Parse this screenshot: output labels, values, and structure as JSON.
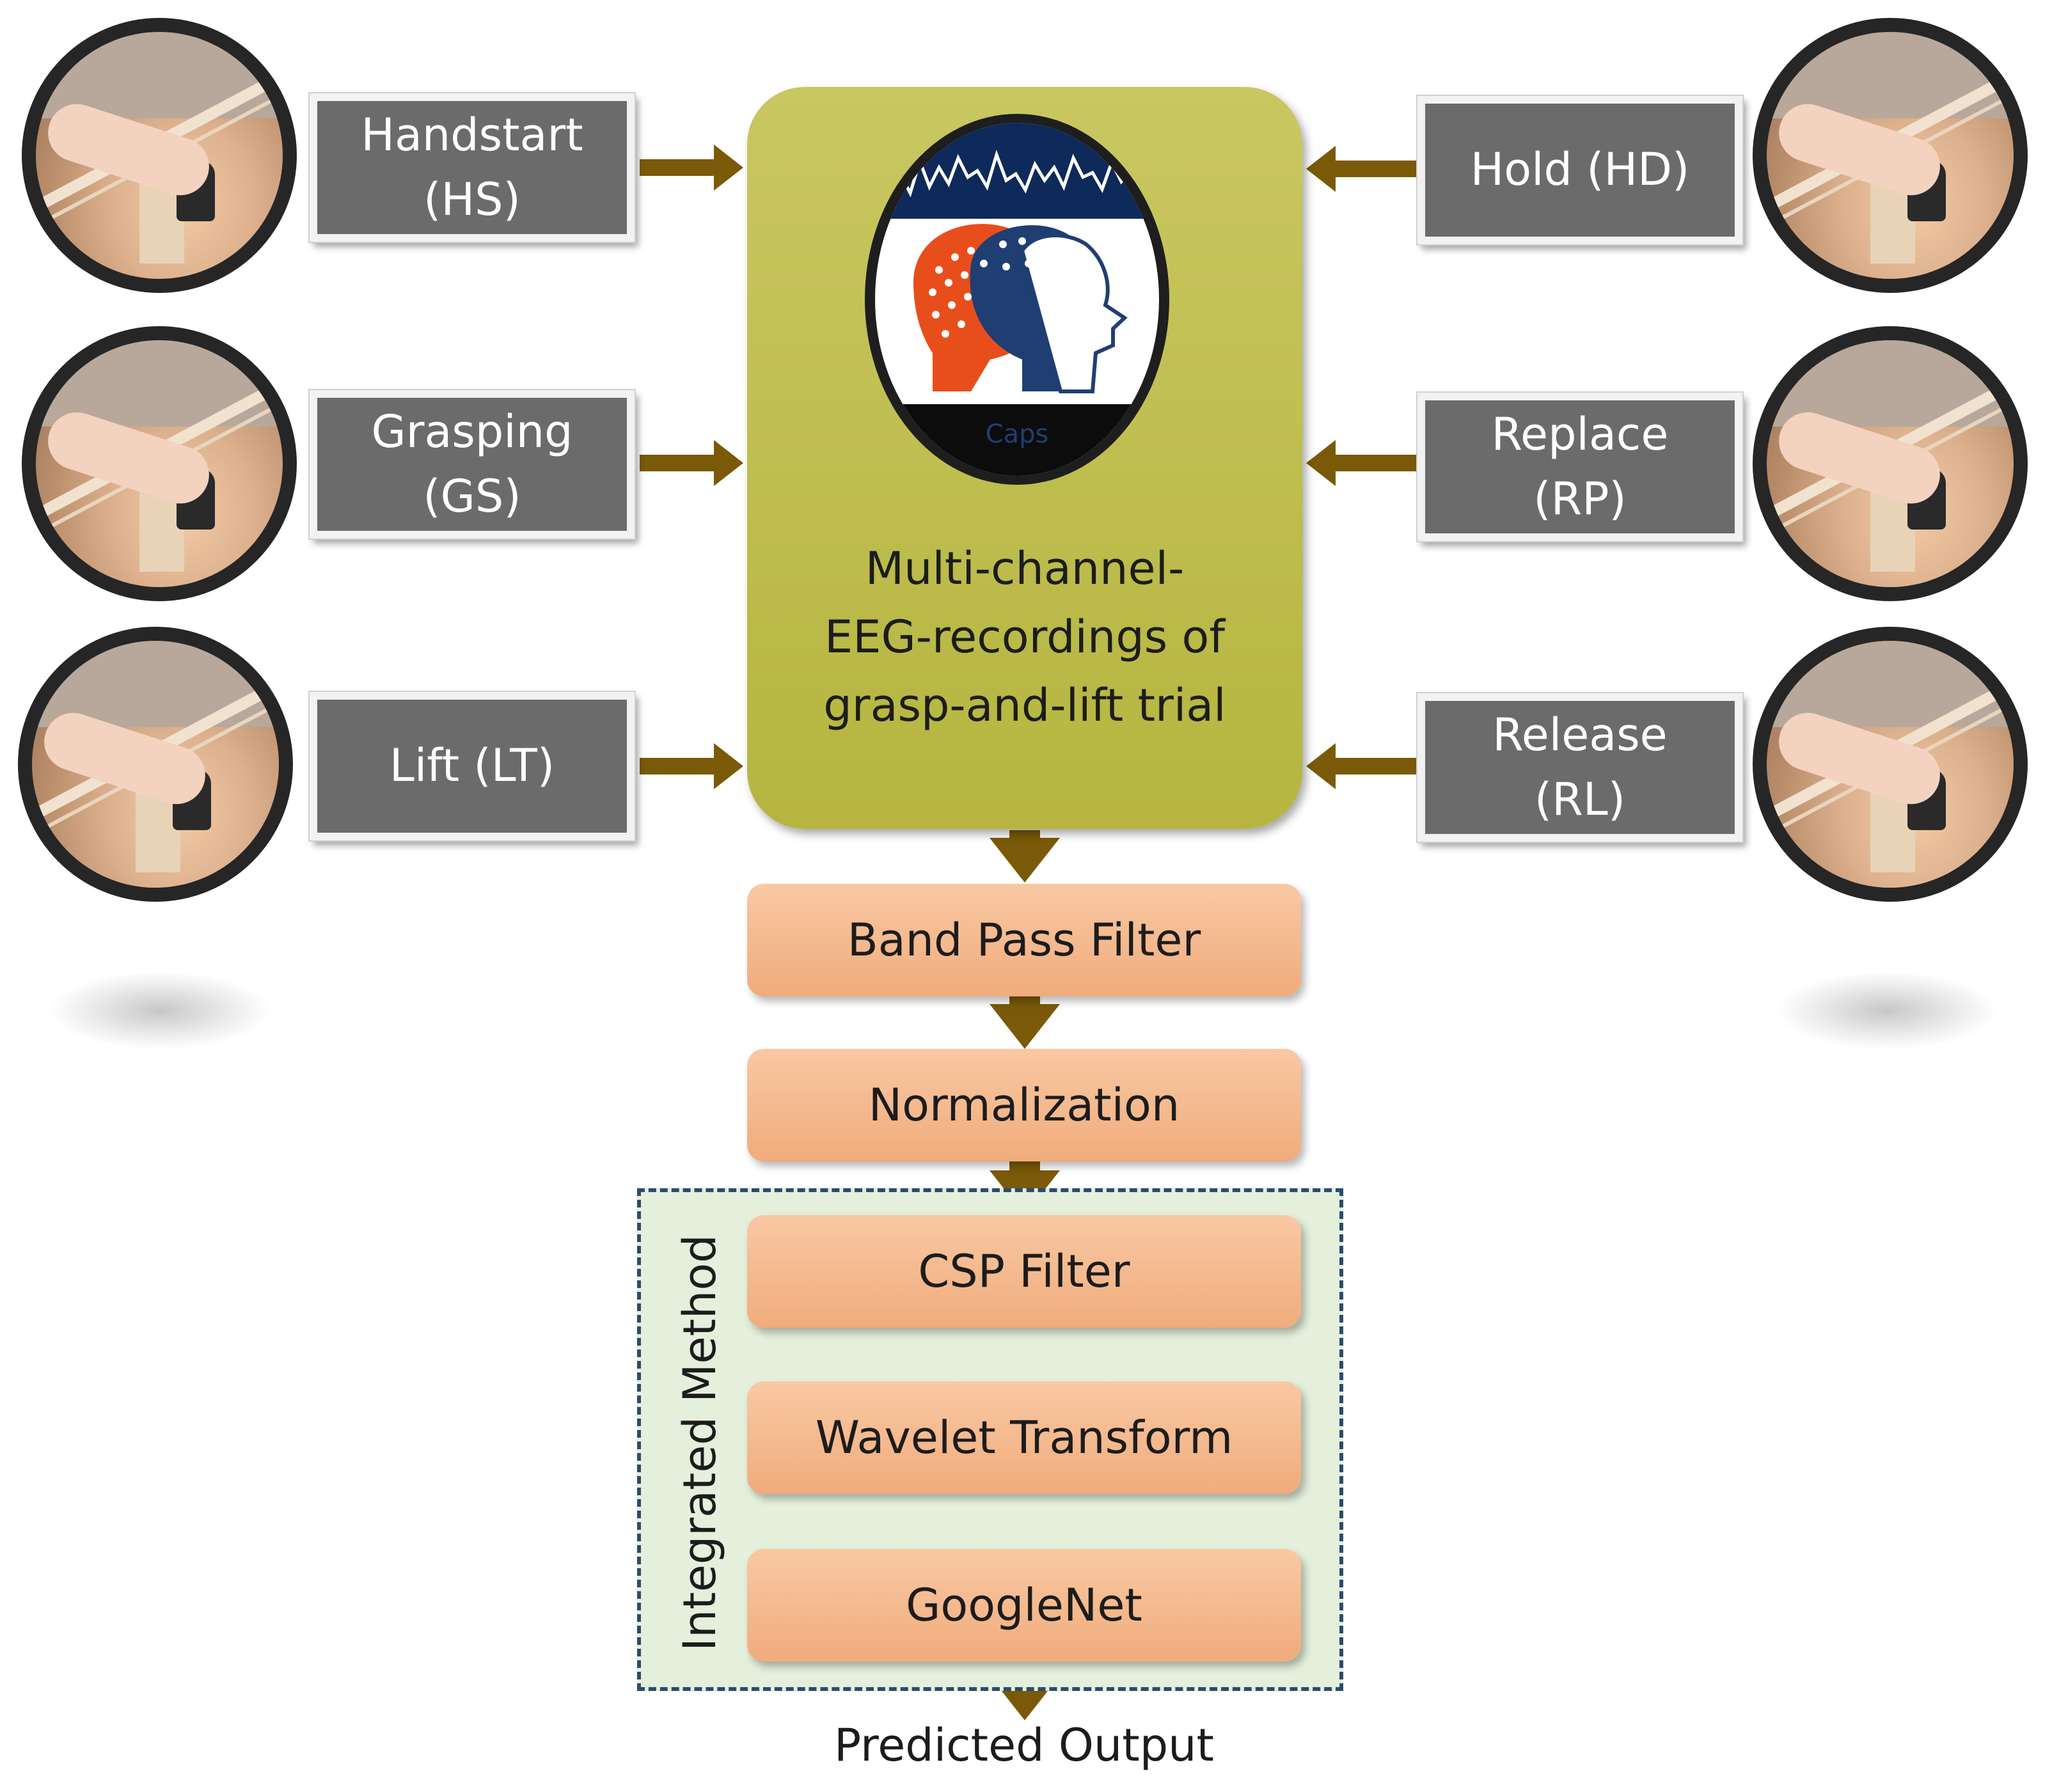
{
  "center": {
    "logo_caption": "Caps",
    "lines": [
      "Multi-channel-",
      "EEG-recordings of",
      "grasp-and-lift trial"
    ]
  },
  "events_left": [
    {
      "line1": "Handstart",
      "line2": "(HS)"
    },
    {
      "line1": "Grasping",
      "line2": "(GS)"
    },
    {
      "line1": "Lift (LT)",
      "line2": ""
    }
  ],
  "events_right": [
    {
      "line1": "Hold (HD)",
      "line2": ""
    },
    {
      "line1": "Replace",
      "line2": "(RP)"
    },
    {
      "line1": "Release",
      "line2": "(RL)"
    }
  ],
  "steps": [
    "Band Pass Filter",
    "Normalization",
    "CSP Filter",
    "Wavelet Transform",
    "GoogleNet"
  ],
  "group_label": "Integrated Method",
  "output_label": "Predicted Output",
  "colors": {
    "arrow": "#7a5a08",
    "event_box": "#6b6b6b",
    "center_box": "#bfbd4c",
    "step_box": "#f6bc93",
    "group_fill": "#e4efdc",
    "group_border": "#2c4b6e"
  }
}
